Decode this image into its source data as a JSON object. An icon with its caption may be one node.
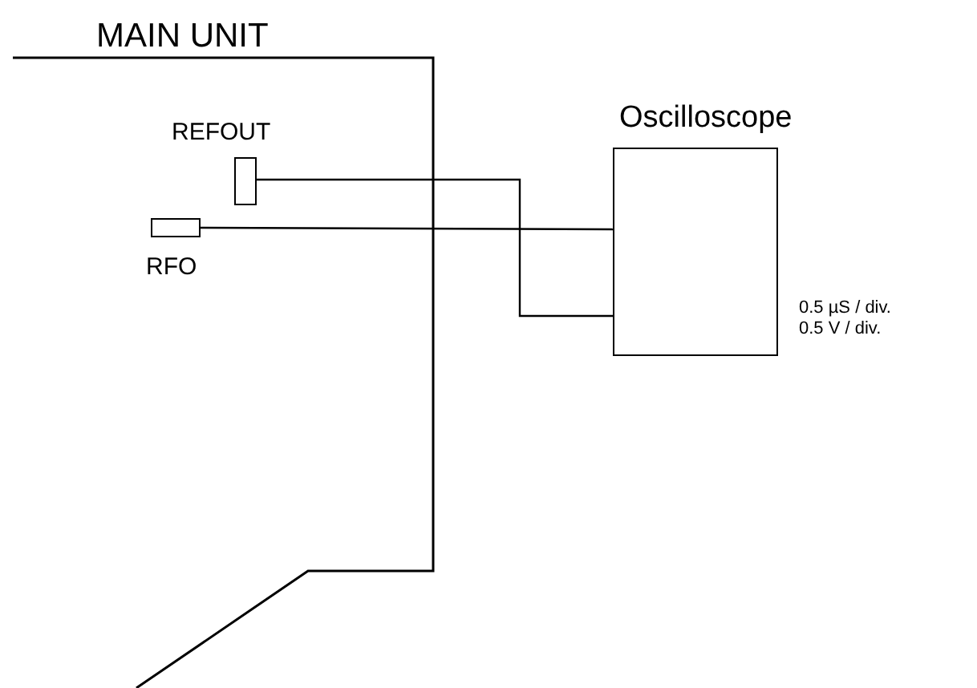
{
  "diagram": {
    "nodes": [
      {
        "text": [
          "MAIN UNIT"
        ]
      },
      {
        "text": [
          "REFOUT"
        ],
        "in": 0
      },
      {
        "text": [
          "RFO"
        ],
        "in": 0
      },
      {
        "text": [
          "Oscilloscope"
        ],
        "beside": [
          "0.5 µS / div.",
          "0.5 V / div."
        ]
      }
    ],
    "edges": [
      {
        "from": 1,
        "to": 3,
        "arrow": "none"
      },
      {
        "from": 2,
        "to": 3,
        "arrow": "none"
      }
    ]
  }
}
